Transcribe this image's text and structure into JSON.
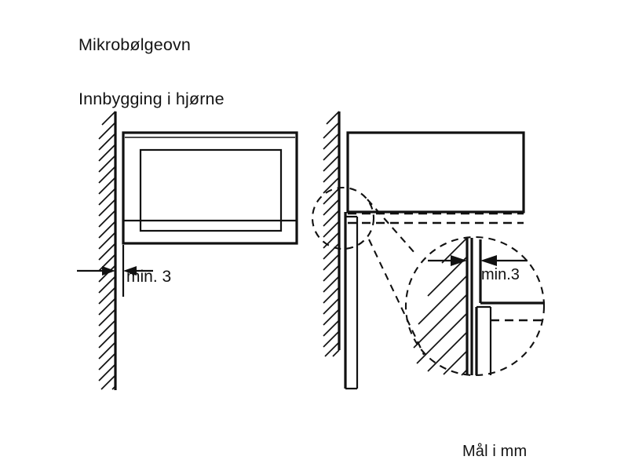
{
  "document": {
    "title_line_1": "Mikrobølgeovn",
    "title_line_2": "Innbygging i hjørne",
    "unit_note": "Mål i mm"
  },
  "diagrams": {
    "front_view": {
      "name": "front-view-corner-installation",
      "dimension_label": "min. 3",
      "dimension_value": 3,
      "dimension_unit": "mm"
    },
    "top_view": {
      "name": "top-view-corner-installation",
      "detail_label": "min.3",
      "detail_value": 3,
      "detail_unit": "mm"
    }
  },
  "colors": {
    "line": "#111111",
    "background": "#ffffff",
    "text": "#141414"
  }
}
